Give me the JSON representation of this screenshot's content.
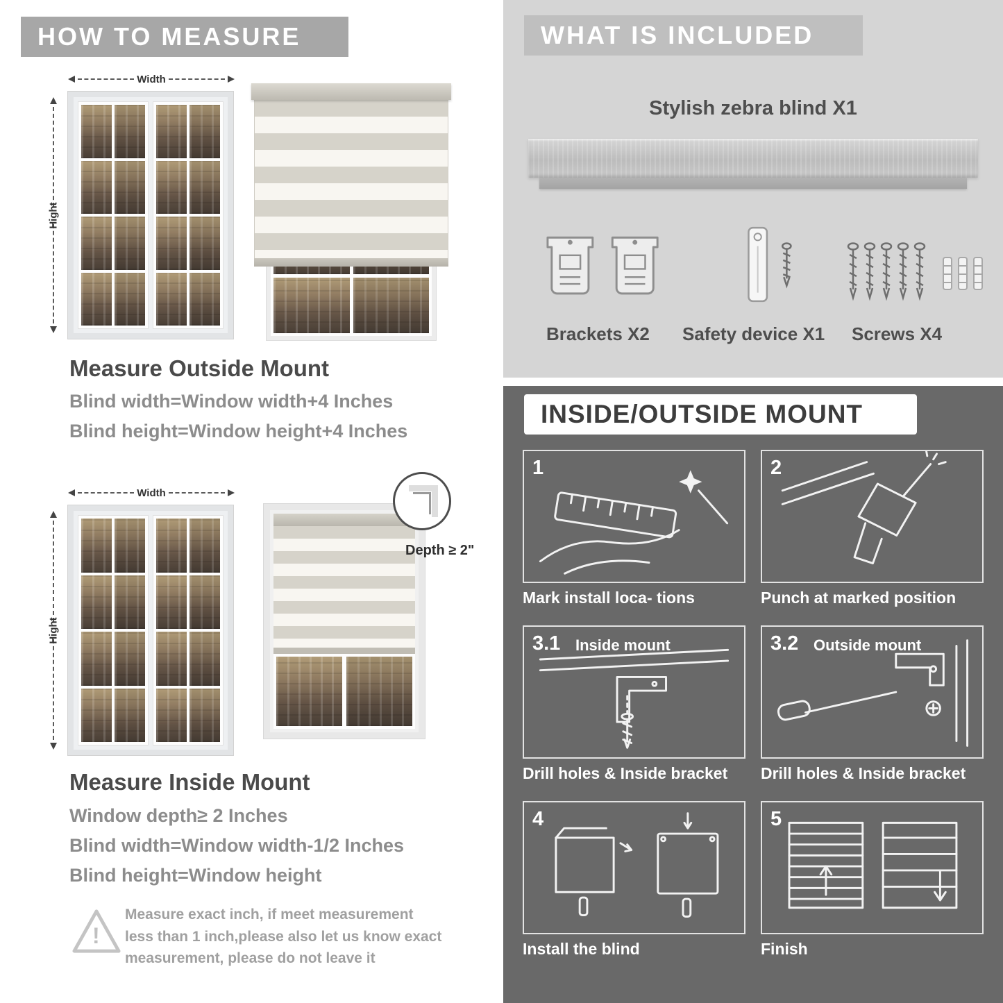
{
  "left": {
    "banner": "HOW TO MEASURE",
    "outside": {
      "width_label": "Width",
      "height_label": "Hight",
      "heading": "Measure Outside Mount",
      "lines": [
        "Blind width=Window width+4 Inches",
        "Blind height=Window height+4 Inches"
      ]
    },
    "inside": {
      "width_label": "Width",
      "height_label": "Hight",
      "depth_callout": "Depth ≥ 2\"",
      "heading": "Measure Inside Mount",
      "lines": [
        "Window depth≥ 2 Inches",
        "Blind width=Window width-1/2 Inches",
        "Blind height=Window height"
      ]
    },
    "note": {
      "icon": "!",
      "text": "Measure exact inch, if meet measurement less than 1 inch,please also let us know exact measurement, please do not leave it"
    }
  },
  "right": {
    "included": {
      "banner": "WHAT IS INCLUDED",
      "product_label": "Stylish zebra blind X1",
      "item_labels": [
        "Brackets X2",
        "Safety device X1",
        "Screws X4"
      ]
    },
    "mount": {
      "banner": "INSIDE/OUTSIDE MOUNT",
      "steps": [
        {
          "num": "1",
          "title": "",
          "caption": "Mark install loca- tions"
        },
        {
          "num": "2",
          "title": "",
          "caption": "Punch at  marked position"
        },
        {
          "num": "3.1",
          "title": "Inside mount",
          "caption": "Drill holes &  Inside bracket"
        },
        {
          "num": "3.2",
          "title": "Outside mount",
          "caption": "Drill holes &  Inside bracket"
        },
        {
          "num": "4",
          "title": "",
          "caption": "Install the blind"
        },
        {
          "num": "5",
          "title": "",
          "caption": "Finish"
        }
      ]
    }
  }
}
